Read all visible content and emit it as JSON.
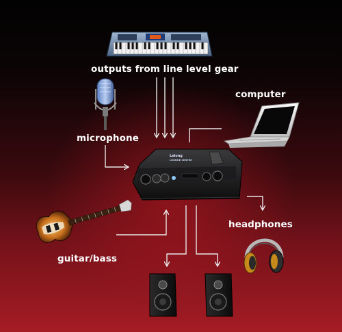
{
  "labels": {
    "line_level_gear": "outputs from line level gear",
    "computer": "computer",
    "microphone": "microphone",
    "headphones": "headphones",
    "guitar_bass": "guitar/bass"
  },
  "device_logo": {
    "brand": "Lelong",
    "line2": "LOUNGE CENTRE"
  },
  "icons": [
    "keyboard-synth-icon",
    "microphone-icon",
    "laptop-icon",
    "audio-interface-icon",
    "electric-guitar-icon",
    "headphones-icon",
    "studio-monitor-icon"
  ],
  "colors": {
    "label_text": "#ffffff",
    "connector_lines": "#e8e8e8",
    "background_top": "#020202",
    "background_bottom": "#a51c24"
  }
}
